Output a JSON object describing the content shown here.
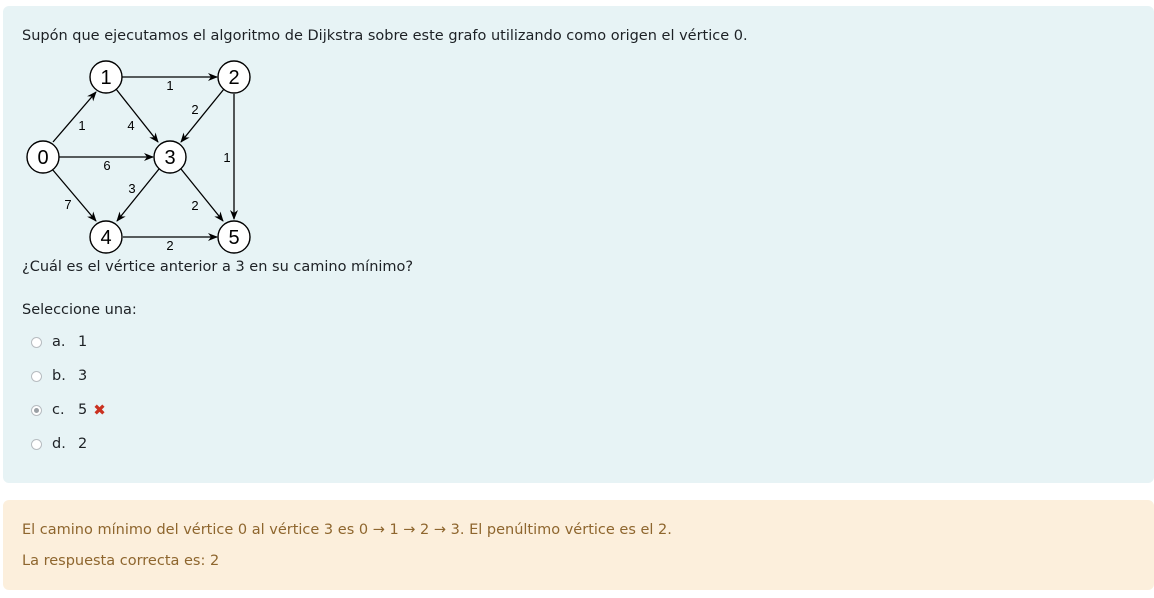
{
  "question": {
    "prompt": "Supón que ejecutamos el algoritmo de Dijkstra sobre este grafo utilizando como origen el vértice 0.",
    "sub_question": "¿Cuál es el vértice anterior a 3 en su camino mínimo?",
    "select_label": "Seleccione una:",
    "options": [
      {
        "letter": "a.",
        "value": "1",
        "selected": false
      },
      {
        "letter": "b.",
        "value": "3",
        "selected": false
      },
      {
        "letter": "c.",
        "value": "5",
        "selected": true,
        "mark": "✖"
      },
      {
        "letter": "d.",
        "value": "2",
        "selected": false
      }
    ]
  },
  "graph": {
    "vertices": [
      "0",
      "1",
      "2",
      "3",
      "4",
      "5"
    ],
    "edge_weights": {
      "e01": "1",
      "e12": "1",
      "e13": "4",
      "e23": "2",
      "e03": "6",
      "e25": "1",
      "e04": "7",
      "e34": "3",
      "e35": "2",
      "e45": "2"
    }
  },
  "feedback": {
    "general": "El camino mínimo del vértice 0 al vértice 3 es 0 → 1 → 2 → 3. El penúltimo vértice es el 2.",
    "right_answer": "La respuesta correcta es: 2"
  },
  "colors": {
    "question_bg": "#e7f3f5",
    "feedback_bg": "#fcefdc",
    "feedback_text": "#8e662e",
    "incorrect_mark": "#ca3120"
  }
}
